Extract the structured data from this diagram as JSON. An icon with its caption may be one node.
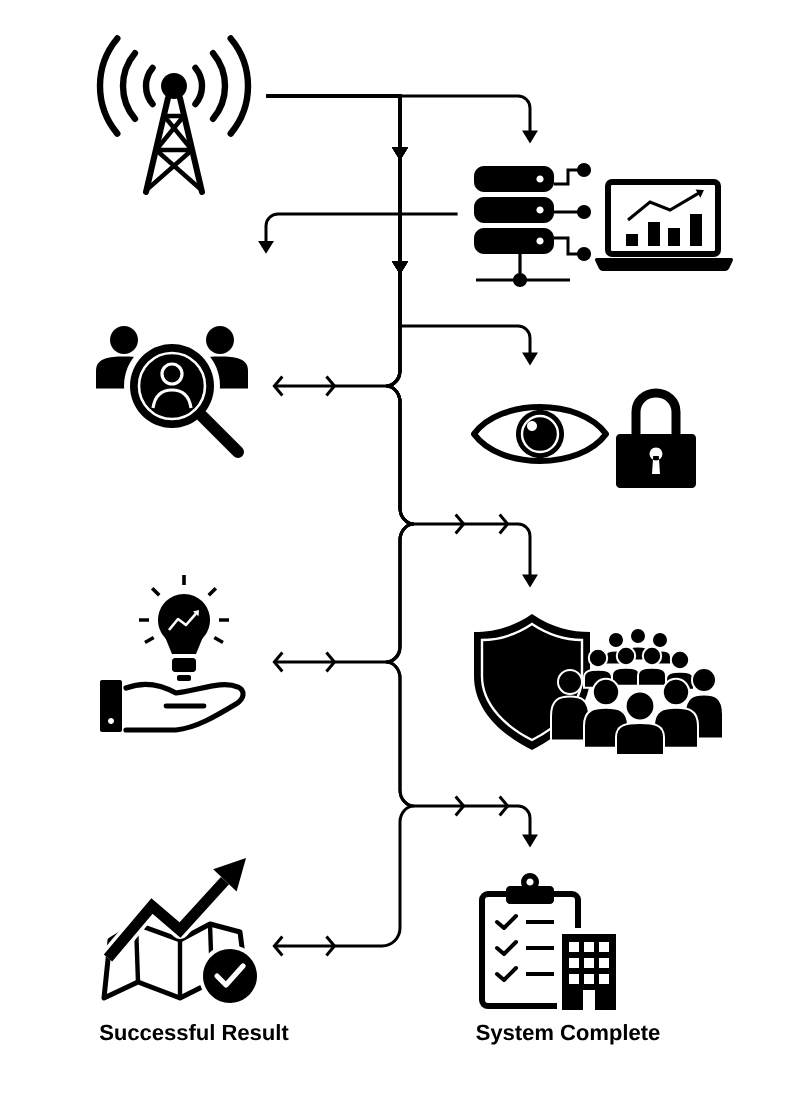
{
  "diagram": {
    "nodes": [
      {
        "text": [],
        "shape": "picture"
      },
      {
        "text": [],
        "shape": "picture"
      },
      {
        "text": [],
        "shape": "picture"
      },
      {
        "text": [],
        "shape": "picture"
      },
      {
        "text": [],
        "shape": "picture"
      },
      {
        "text": [],
        "shape": "picture"
      },
      {
        "text": [],
        "shape": "picture",
        "beside": [
          "Successful Result"
        ]
      },
      {
        "text": [],
        "shape": "picture",
        "beside": [
          "System Complete"
        ]
      }
    ],
    "edges": [
      {
        "from": 0,
        "to": 1,
        "arrow": "to"
      },
      {
        "from": 1,
        "to": null,
        "arrow": "to"
      },
      {
        "from": 0,
        "to": 3,
        "arrow": "to"
      },
      {
        "from": 0,
        "to": 2,
        "arrow": "to"
      },
      {
        "from": 0,
        "to": 5,
        "arrow": "to"
      },
      {
        "from": 0,
        "to": 4,
        "arrow": "to"
      },
      {
        "from": 0,
        "to": 7,
        "arrow": "to"
      },
      {
        "from": 0,
        "to": 6,
        "arrow": "to"
      }
    ]
  }
}
